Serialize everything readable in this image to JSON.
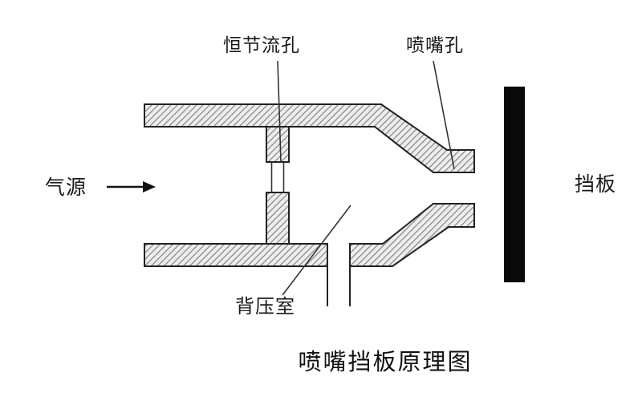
{
  "diagram": {
    "title": "喷嘴挡板原理图",
    "labels": {
      "orifice": "恒节流孔",
      "nozzle_hole": "喷嘴孔",
      "air_source": "气源",
      "flapper": "挡板",
      "back_pressure_chamber": "背压室"
    },
    "colors": {
      "flapper_fill": "#0a0a0a",
      "wall_outline": "#222222",
      "wall_fill": "#ededed",
      "hatch_line": "#8a8a8a",
      "leader_line": "#333333",
      "text": "#1a1a1a",
      "background": "#ffffff"
    }
  }
}
